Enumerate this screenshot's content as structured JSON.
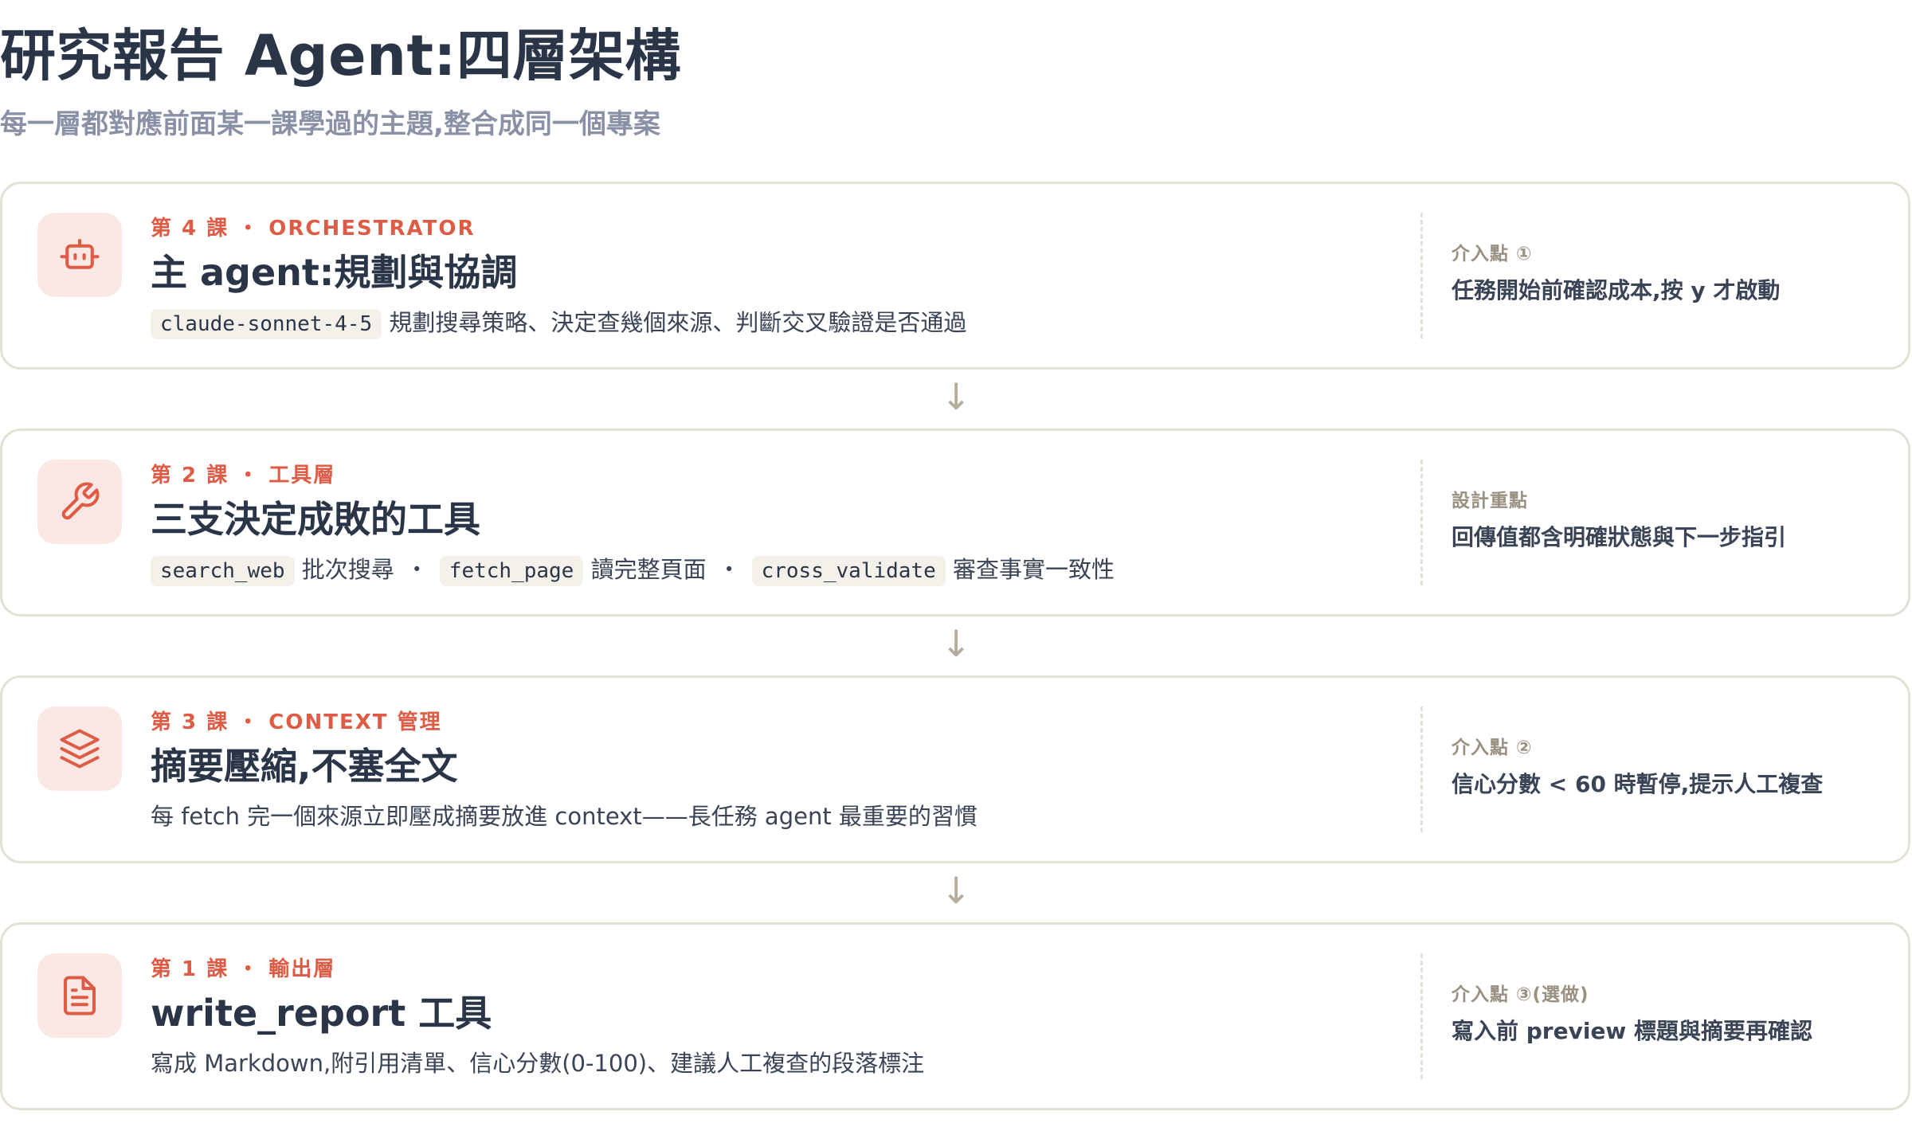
{
  "header": {
    "title": "研究報告 Agent:四層架構",
    "subtitle": "每一層都對應前面某一課學過的主題,整合成同一個專案"
  },
  "colors": {
    "accent": "#de5b45",
    "title": "#2a3548",
    "subtitle": "#8a91a6",
    "icon_bg": "#fbe8e4",
    "card_border": "#e4e0d6",
    "side_label": "#9a9080",
    "code_bg": "#f4f1ea"
  },
  "connector_glyph": "↓",
  "layers": [
    {
      "icon": "robot-icon",
      "lesson": "第 4 課 ・ ORCHESTRATOR",
      "title": "主 agent:規劃與協調",
      "desc": {
        "code": "claude-sonnet-4-5",
        "text": "規劃搜尋策略、決定查幾個來源、判斷交叉驗證是否通過"
      },
      "side": {
        "label": "介入點 ①",
        "text": "任務開始前確認成本,按 y 才啟動"
      }
    },
    {
      "icon": "wrench-icon",
      "lesson": "第 2 課 ・ 工具層",
      "title": "三支決定成敗的工具",
      "desc": {
        "tool1_code": "search_web",
        "tool1_text": "批次搜尋",
        "sep": "・",
        "tool2_code": "fetch_page",
        "tool2_text": "讀完整頁面",
        "tool3_code": "cross_validate",
        "tool3_text": "審查事實一致性"
      },
      "side": {
        "label": "設計重點",
        "text": "回傳值都含明確狀態與下一步指引"
      }
    },
    {
      "icon": "layers-icon",
      "lesson": "第 3 課 ・ CONTEXT 管理",
      "title": "摘要壓縮,不塞全文",
      "desc": {
        "text": "每 fetch 完一個來源立即壓成摘要放進 context——長任務 agent 最重要的習慣"
      },
      "side": {
        "label": "介入點 ②",
        "text": "信心分數 < 60 時暫停,提示人工複查"
      }
    },
    {
      "icon": "document-icon",
      "lesson": "第 1 課 ・ 輸出層",
      "title": "write_report 工具",
      "desc": {
        "text": "寫成 Markdown,附引用清單、信心分數(0-100)、建議人工複查的段落標注"
      },
      "side": {
        "label": "介入點 ③(選做)",
        "text": "寫入前 preview 標題與摘要再確認"
      }
    }
  ]
}
